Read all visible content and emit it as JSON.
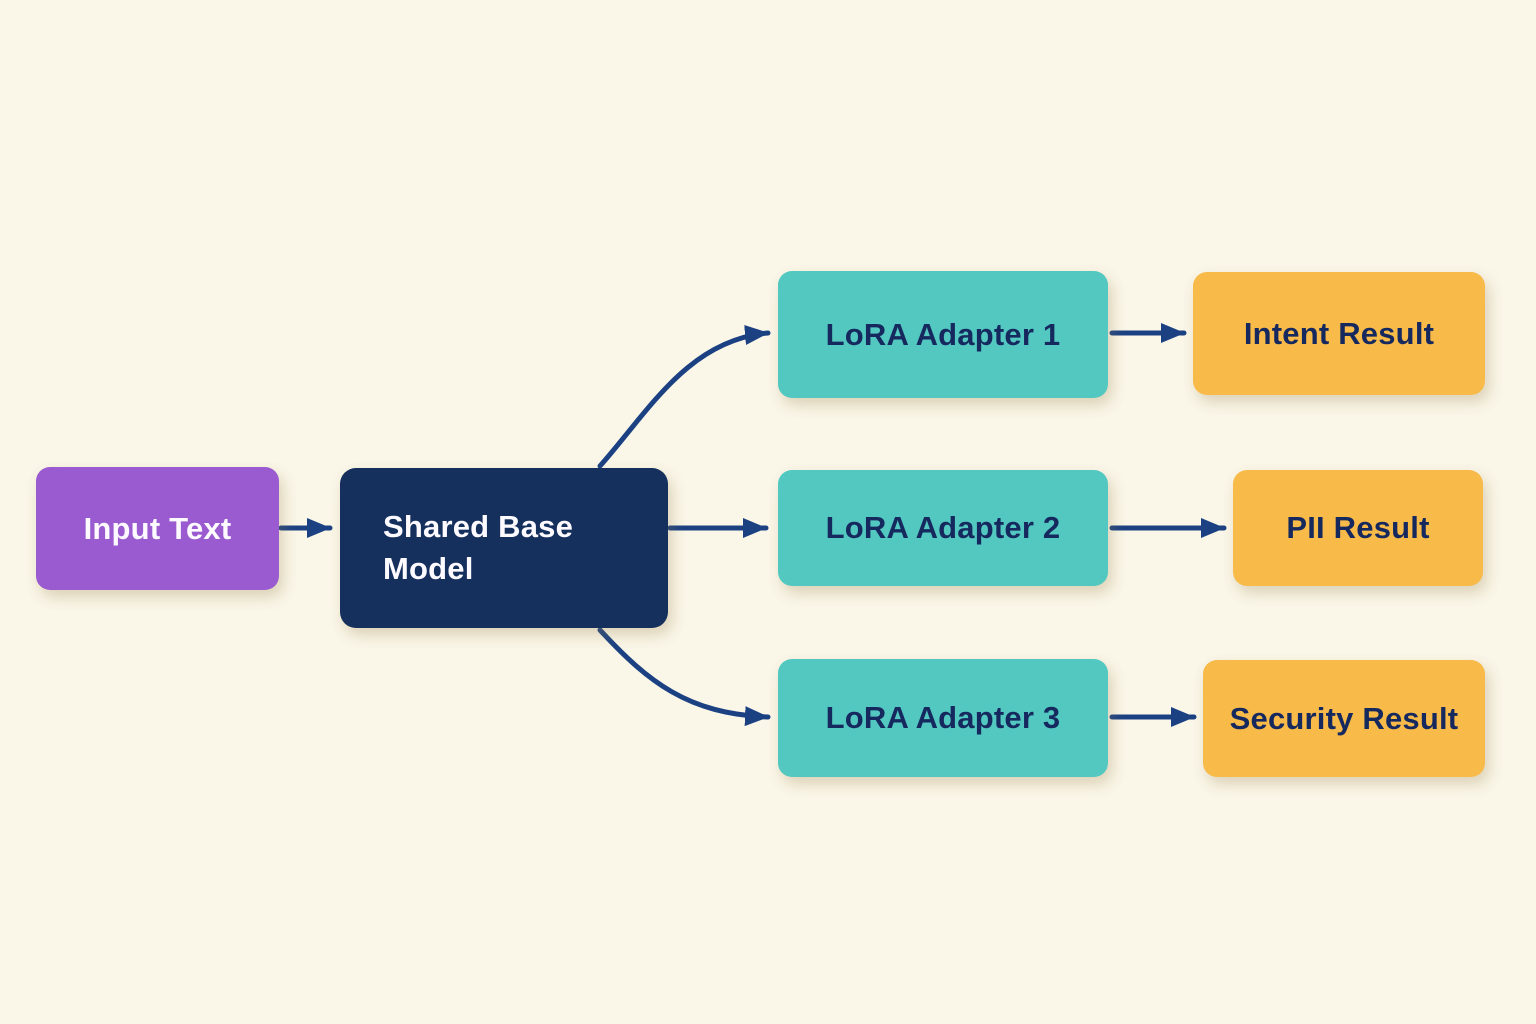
{
  "diagram": {
    "type": "flowchart",
    "description": "Shared base model with multiple LoRA adapters producing task-specific results"
  },
  "colors": {
    "background": "#faf6e8",
    "node_purple": "#9a5bd1",
    "node_navy": "#16305e",
    "node_teal": "#52c8c0",
    "node_orange": "#f8ba49",
    "arrow": "#1b4183",
    "text_light": "#fdfbff",
    "text_dark": "#16295e"
  },
  "nodes": {
    "input": {
      "label": "Input Text",
      "color": "#9a5bd1",
      "text_color": "#fdfbff"
    },
    "base": {
      "label": "Shared Base Model",
      "color": "#16305e",
      "text_color": "#fdfbff"
    },
    "lora1": {
      "label": "LoRA Adapter 1",
      "color": "#52c8c0",
      "text_color": "#16295e"
    },
    "lora2": {
      "label": "LoRA Adapter 2",
      "color": "#52c8c0",
      "text_color": "#16295e"
    },
    "lora3": {
      "label": "LoRA Adapter 3",
      "color": "#52c8c0",
      "text_color": "#16295e"
    },
    "intent": {
      "label": "Intent Result",
      "color": "#f8ba49",
      "text_color": "#16295e"
    },
    "pii": {
      "label": "PII Result",
      "color": "#f8ba49",
      "text_color": "#16295e"
    },
    "security": {
      "label": "Security Result",
      "color": "#f8ba49",
      "text_color": "#16295e"
    }
  },
  "edges": [
    {
      "from": "input",
      "to": "base"
    },
    {
      "from": "base",
      "to": "lora1"
    },
    {
      "from": "base",
      "to": "lora2"
    },
    {
      "from": "base",
      "to": "lora3"
    },
    {
      "from": "lora1",
      "to": "intent"
    },
    {
      "from": "lora2",
      "to": "pii"
    },
    {
      "from": "lora3",
      "to": "security"
    }
  ]
}
